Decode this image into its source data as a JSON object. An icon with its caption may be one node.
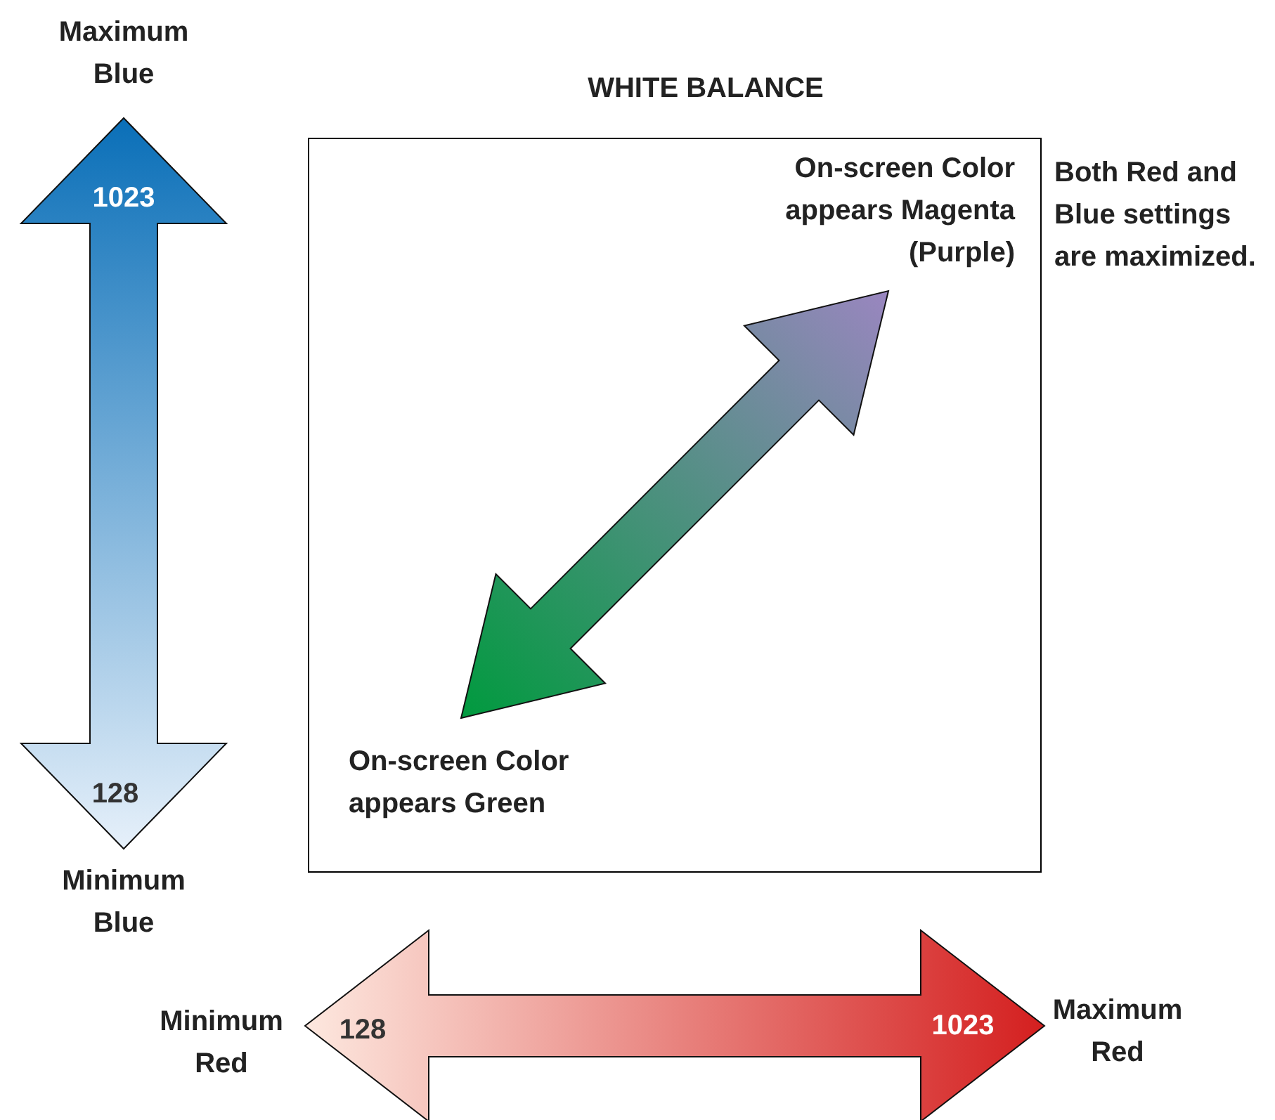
{
  "diagram": {
    "title": "WHITE BALANCE",
    "nodes": [
      {
        "text": [],
        "shape": "box"
      },
      {
        "text": [
          "On-screen Color appears Magenta (Purple)"
        ],
        "in": 0
      },
      {
        "text": [
          "On-screen Color appears Green"
        ],
        "in": 0
      },
      {
        "text": [
          "Maximum Blue"
        ]
      },
      {
        "text": [
          "Minimum Blue"
        ]
      },
      {
        "text": [
          "Minimum Red"
        ]
      },
      {
        "text": [
          "Maximum Red"
        ]
      }
    ],
    "edges": [
      {
        "from": 2,
        "to": 1,
        "arrow": "both"
      },
      {
        "from": 4,
        "to": 3,
        "arrow": "both"
      },
      {
        "from": 5,
        "to": 6,
        "arrow": "both"
      }
    ],
    "labels": [
      "Both Red and Blue settings are maximized.",
      "1023",
      "128",
      "128",
      "1023"
    ]
  }
}
